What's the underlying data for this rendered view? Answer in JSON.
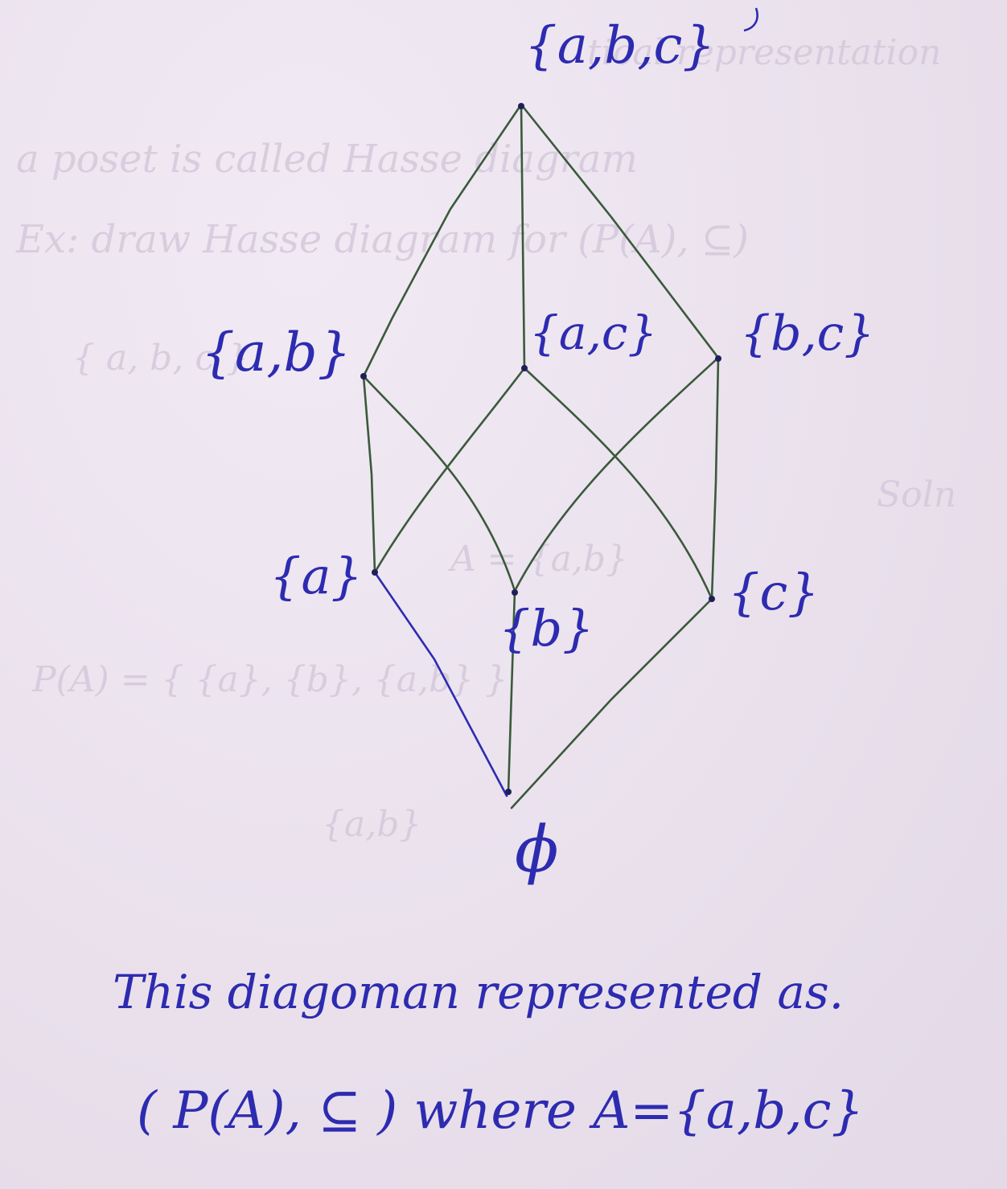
{
  "nodes": {
    "top": "{a,b,c}",
    "ab": "{a,b}",
    "ac": "{a,c}",
    "bc": "{b,c}",
    "a": "{a}",
    "b": "{b}",
    "c": "{c}",
    "bottom": "ϕ"
  },
  "caption": {
    "line1": "This diagoman represented as.",
    "line2": "( P(A), ⊆ ) where A={a,b,c}"
  },
  "colors": {
    "ink_blue": "#2d2bb0",
    "ink_green": "#3a5a3a",
    "paper": "#ece4ef"
  }
}
